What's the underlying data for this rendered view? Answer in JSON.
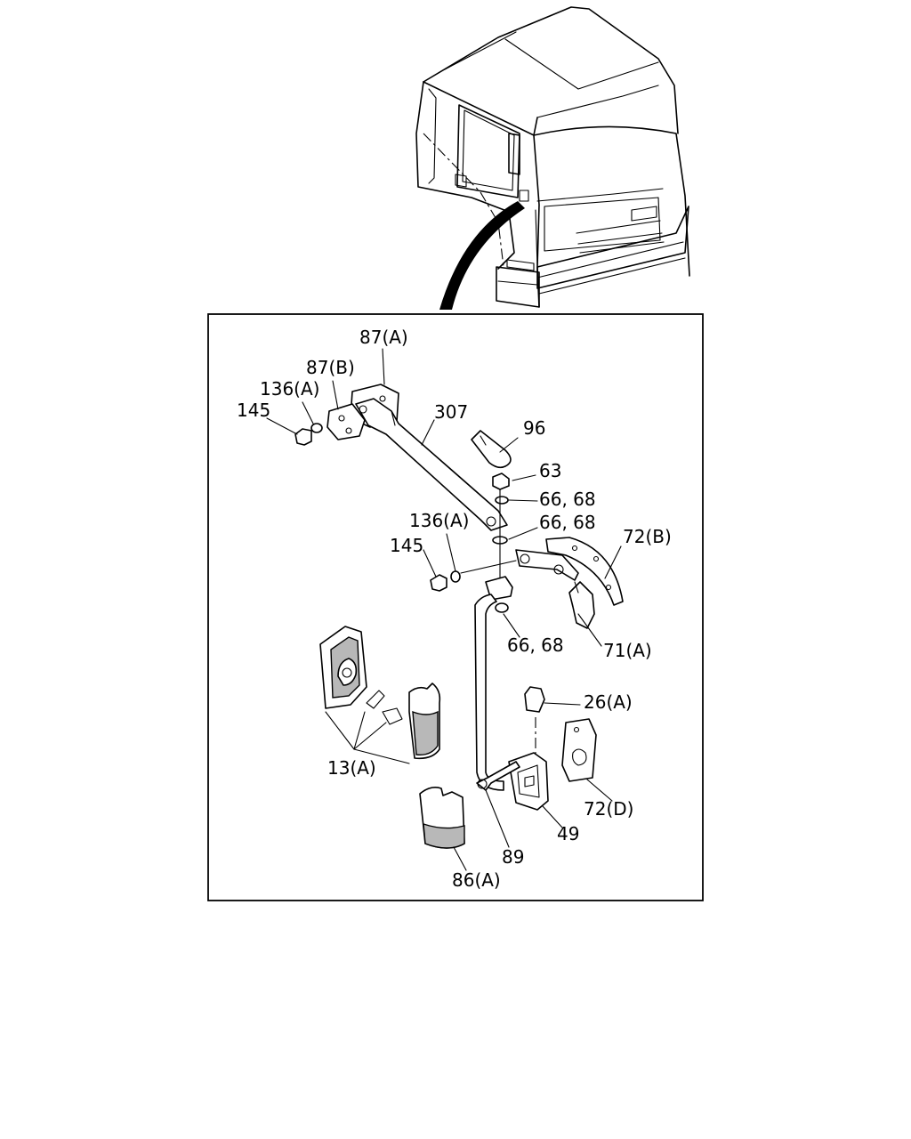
{
  "labels": {
    "p87a": "87(A)",
    "p87b": "87(B)",
    "p136a_top": "136(A)",
    "p145_top": "145",
    "p307": "307",
    "p96": "96",
    "p63": "63",
    "p66_68_a": "66, 68",
    "p66_68_b": "66, 68",
    "p136a_mid": "136(A)",
    "p72b": "72(B)",
    "p145_mid": "145",
    "p66_68_c": "66, 68",
    "p71a": "71(A)",
    "p26a": "26(A)",
    "p13a": "13(A)",
    "p72d": "72(D)",
    "p49": "49",
    "p89": "89",
    "p86a": "86(A)"
  }
}
